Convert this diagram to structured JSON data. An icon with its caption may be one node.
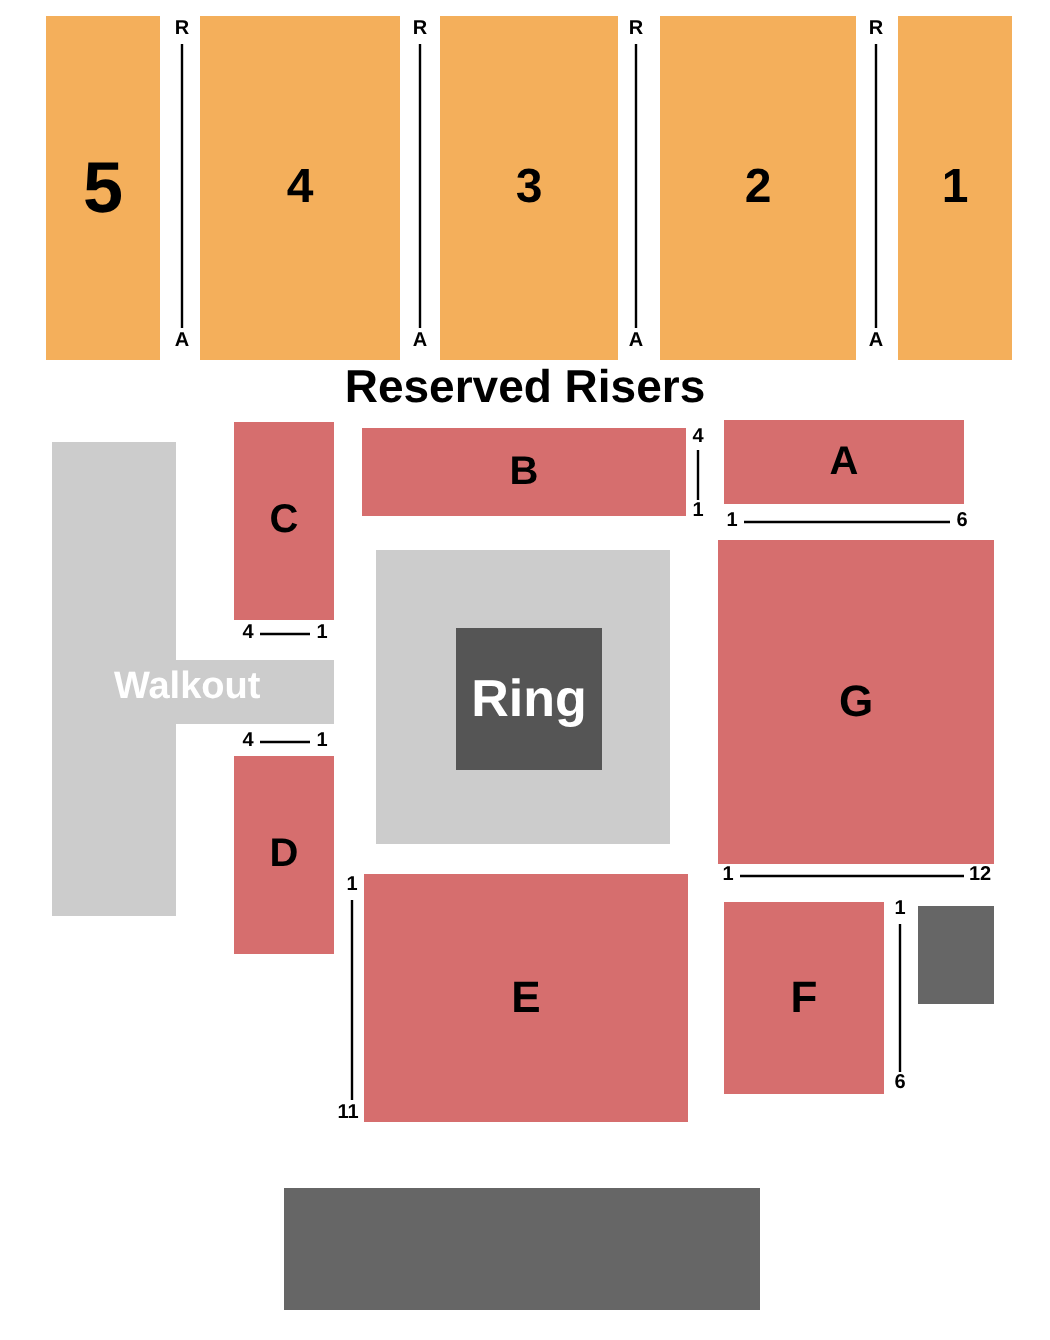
{
  "diagram": {
    "title": "Reserved Risers",
    "nodes": [
      {
        "text": [
          "5"
        ]
      },
      {
        "text": [
          "4"
        ]
      },
      {
        "text": [
          "3"
        ]
      },
      {
        "text": [
          "2"
        ]
      },
      {
        "text": [
          "1"
        ]
      },
      {
        "text": [
          "C"
        ]
      },
      {
        "text": [
          "B"
        ]
      },
      {
        "text": [
          "A"
        ]
      },
      {
        "text": [
          "Walkout"
        ]
      },
      {
        "text": [],
        "shape": "box"
      },
      {
        "text": [
          "Ring"
        ],
        "in": 9
      },
      {
        "text": [
          "G"
        ]
      },
      {
        "text": [
          "D"
        ]
      },
      {
        "text": [
          "E"
        ]
      },
      {
        "text": [
          "F"
        ]
      },
      {
        "text": [],
        "shape": "box"
      },
      {
        "text": [],
        "shape": "box"
      }
    ],
    "edges": [],
    "labels": [
      "R",
      "R",
      "R",
      "R",
      "A",
      "A",
      "A",
      "A",
      "4",
      "1",
      "1",
      "6",
      "4",
      "1",
      "4",
      "1",
      "1",
      "12",
      "1",
      "1",
      "6",
      "11"
    ]
  }
}
